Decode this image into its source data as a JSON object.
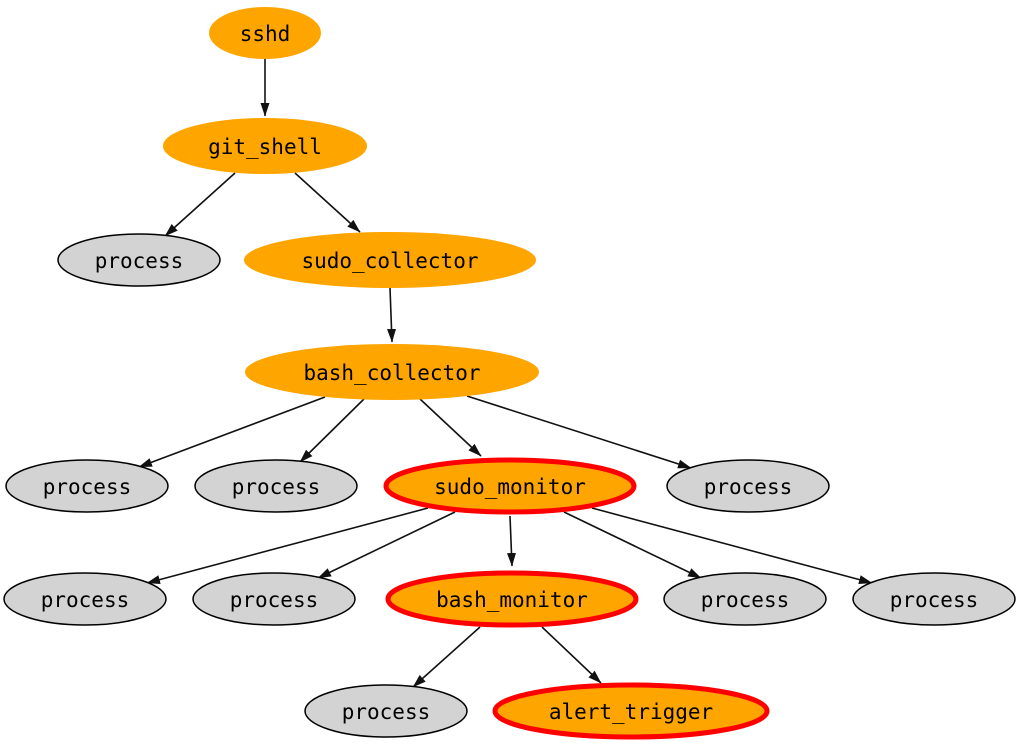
{
  "diagram": {
    "kind": "process-tree-graph",
    "background_color": "#ffffff",
    "colors": {
      "chain_node_fill": "#FFA500",
      "normal_node_fill": "#D3D3D3",
      "normal_node_stroke": "#000000",
      "alert_ring_stroke": "#FF0000",
      "edge_stroke": "#111111",
      "label_text": "#000000"
    },
    "nodes": [
      {
        "id": "sshd",
        "label": "sshd",
        "style": "orange"
      },
      {
        "id": "git_shell",
        "label": "git_shell",
        "style": "orange"
      },
      {
        "id": "process_1",
        "label": "process",
        "style": "gray"
      },
      {
        "id": "sudo_collector",
        "label": "sudo_collector",
        "style": "orange"
      },
      {
        "id": "bash_collector",
        "label": "bash_collector",
        "style": "orange"
      },
      {
        "id": "process_2",
        "label": "process",
        "style": "gray"
      },
      {
        "id": "process_3",
        "label": "process",
        "style": "gray"
      },
      {
        "id": "sudo_monitor",
        "label": "sudo_monitor",
        "style": "orange-alert"
      },
      {
        "id": "process_4",
        "label": "process",
        "style": "gray"
      },
      {
        "id": "process_5",
        "label": "process",
        "style": "gray"
      },
      {
        "id": "process_6",
        "label": "process",
        "style": "gray"
      },
      {
        "id": "bash_monitor",
        "label": "bash_monitor",
        "style": "orange-alert"
      },
      {
        "id": "process_7",
        "label": "process",
        "style": "gray"
      },
      {
        "id": "process_8",
        "label": "process",
        "style": "gray"
      },
      {
        "id": "process_9",
        "label": "process",
        "style": "gray"
      },
      {
        "id": "alert_trigger",
        "label": "alert_trigger",
        "style": "orange-alert"
      }
    ],
    "edges": [
      {
        "from": "sshd",
        "to": "git_shell"
      },
      {
        "from": "git_shell",
        "to": "process_1"
      },
      {
        "from": "git_shell",
        "to": "sudo_collector"
      },
      {
        "from": "sudo_collector",
        "to": "bash_collector"
      },
      {
        "from": "bash_collector",
        "to": "process_2"
      },
      {
        "from": "bash_collector",
        "to": "process_3"
      },
      {
        "from": "bash_collector",
        "to": "sudo_monitor"
      },
      {
        "from": "bash_collector",
        "to": "process_4"
      },
      {
        "from": "sudo_monitor",
        "to": "process_5"
      },
      {
        "from": "sudo_monitor",
        "to": "process_6"
      },
      {
        "from": "sudo_monitor",
        "to": "bash_monitor"
      },
      {
        "from": "sudo_monitor",
        "to": "process_7"
      },
      {
        "from": "sudo_monitor",
        "to": "process_8"
      },
      {
        "from": "bash_monitor",
        "to": "process_9"
      },
      {
        "from": "bash_monitor",
        "to": "alert_trigger"
      }
    ]
  }
}
